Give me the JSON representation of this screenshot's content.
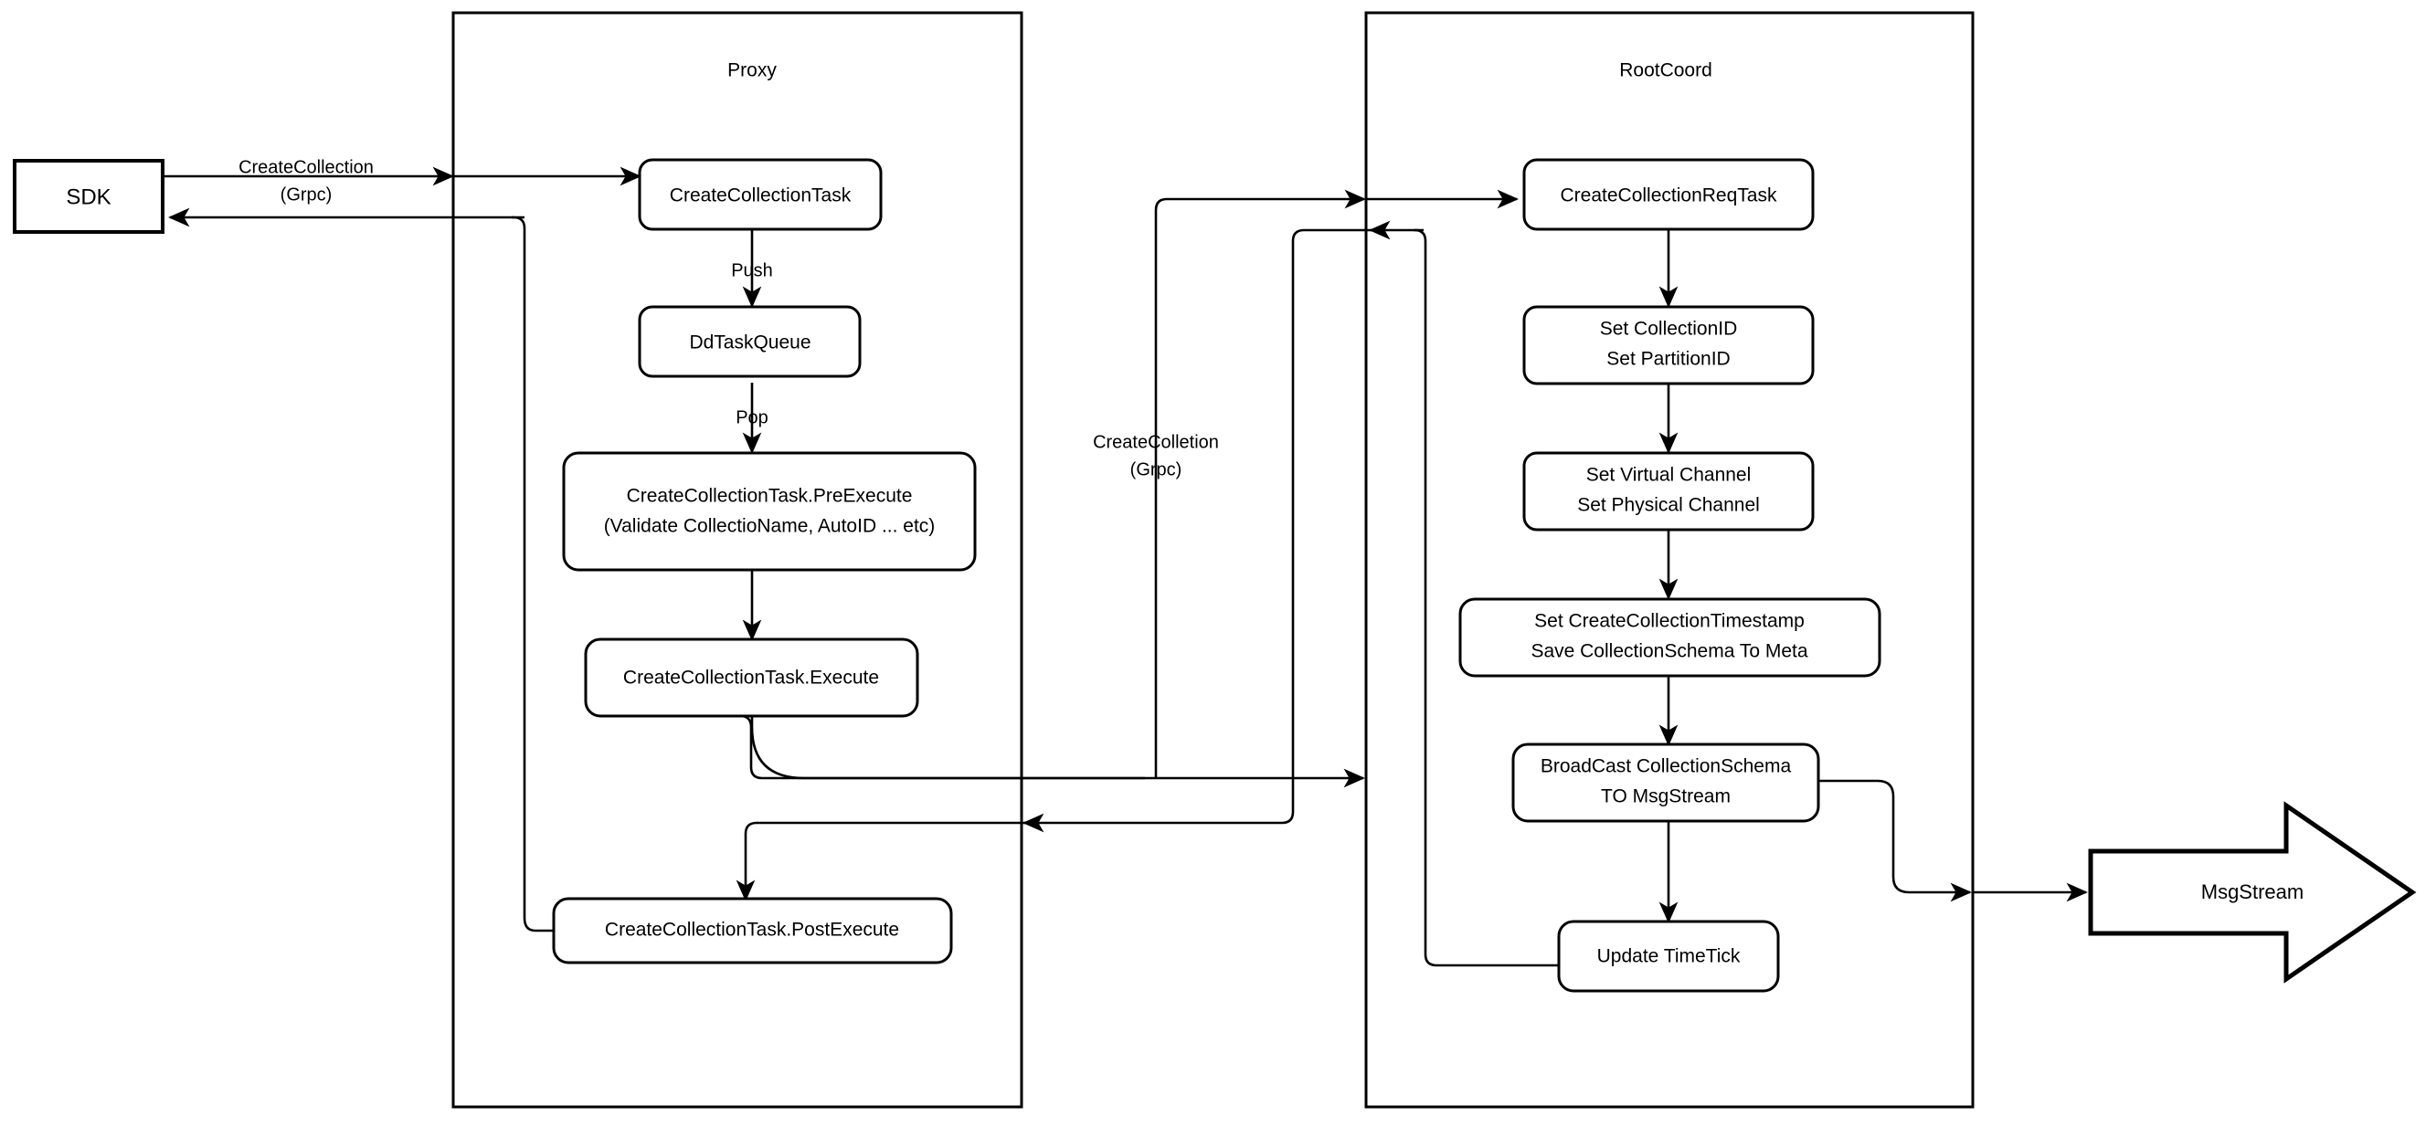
{
  "diagram": {
    "title": "Milvus CreateCollection Sequence Flow",
    "background_color": "#ffffff",
    "stroke_color": "#000000"
  },
  "containers": [
    {
      "id": "proxy",
      "label": "Proxy"
    },
    {
      "id": "rootcoord",
      "label": "RootCoord"
    }
  ],
  "external_nodes": {
    "sdk": {
      "label": "SDK"
    },
    "msgstream": {
      "label": "MsgStream"
    }
  },
  "proxy_nodes": [
    {
      "id": "create-collection-task",
      "lines": [
        "CreateCollectionTask"
      ]
    },
    {
      "id": "dd-task-queue",
      "lines": [
        "DdTaskQueue"
      ]
    },
    {
      "id": "pre-execute",
      "lines": [
        "CreateCollectionTask.PreExecute",
        "(Validate CollectioName, AutoID ... etc)"
      ]
    },
    {
      "id": "execute",
      "lines": [
        "CreateCollectionTask.Execute"
      ]
    },
    {
      "id": "post-execute",
      "lines": [
        "CreateCollectionTask.PostExecute"
      ]
    }
  ],
  "rootcoord_nodes": [
    {
      "id": "create-collection-req-task",
      "lines": [
        "CreateCollectionReqTask"
      ]
    },
    {
      "id": "set-ids",
      "lines": [
        "Set CollectionID",
        "Set PartitionID"
      ]
    },
    {
      "id": "set-channels",
      "lines": [
        "Set Virtual Channel",
        "Set Physical Channel"
      ]
    },
    {
      "id": "set-timestamp-save-meta",
      "lines": [
        "Set CreateCollectionTimestamp",
        "Save CollectionSchema To Meta"
      ]
    },
    {
      "id": "broadcast-schema",
      "lines": [
        "BroadCast CollectionSchema",
        "TO MsgStream"
      ]
    },
    {
      "id": "update-timetick",
      "lines": [
        "Update TimeTick"
      ]
    }
  ],
  "edge_labels": [
    {
      "id": "sdk-to-proxy",
      "lines": [
        "CreateCollection",
        "(Grpc)"
      ]
    },
    {
      "id": "push",
      "lines": [
        "Push"
      ]
    },
    {
      "id": "pop",
      "lines": [
        "Pop"
      ]
    },
    {
      "id": "proxy-to-rootcoord",
      "lines": [
        "CreateColletion",
        "(Grpc)"
      ]
    }
  ]
}
